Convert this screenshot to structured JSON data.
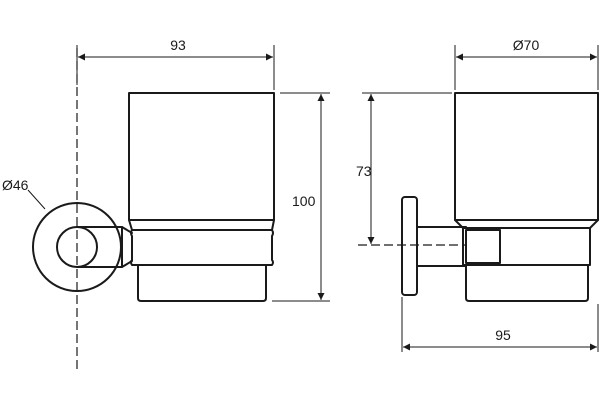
{
  "dimensions": {
    "width_front": "93",
    "height_front": "100",
    "diameter_wall_plate": "Ø46",
    "diameter_glass": "Ø70",
    "height_glass_side": "73",
    "depth_side": "95"
  }
}
